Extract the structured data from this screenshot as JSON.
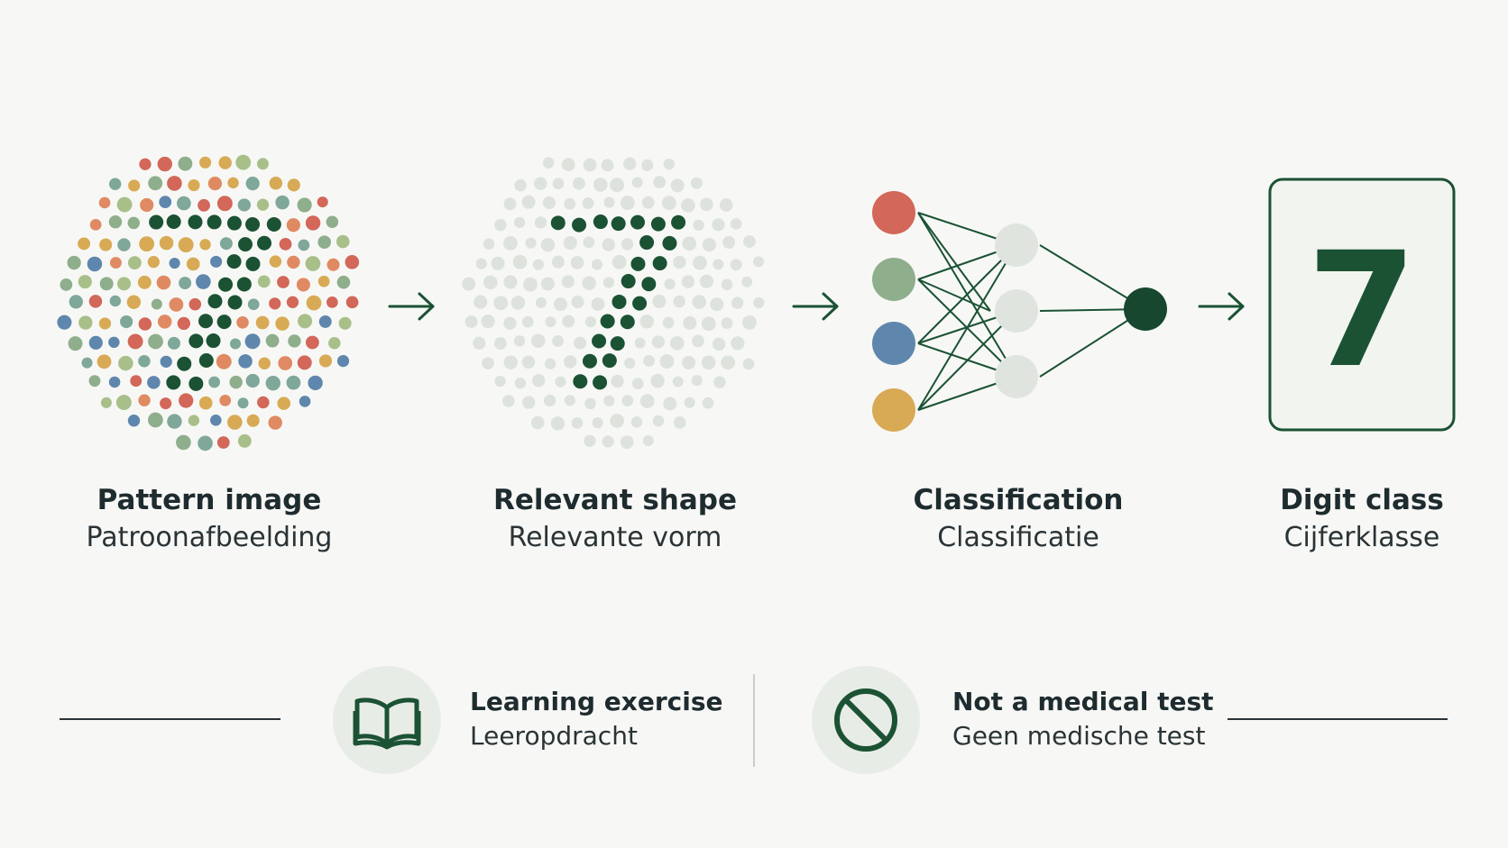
{
  "colors": {
    "background": "#f7f8f5",
    "dark_green": "#1b5234",
    "red": "#d2675a",
    "sage": "#8fae8c",
    "blue": "#5f87ad",
    "gold": "#d8aa55",
    "light_dot": "#dde3dc",
    "icon_circle": "#e8ece6"
  },
  "steps": [
    {
      "title": "Pattern image",
      "subtitle": "Patroonafbeelding"
    },
    {
      "title": "Relevant shape",
      "subtitle": "Relevante vorm"
    },
    {
      "title": "Classification",
      "subtitle": "Classificatie"
    },
    {
      "title": "Digit class",
      "subtitle": "Cijferklasse"
    }
  ],
  "result_digit": "7",
  "notes": [
    {
      "icon": "book-icon",
      "title": "Learning exercise",
      "subtitle": "Leeropdracht"
    },
    {
      "icon": "prohibited-icon",
      "title": "Not a medical test",
      "subtitle": "Geen medische test"
    }
  ]
}
